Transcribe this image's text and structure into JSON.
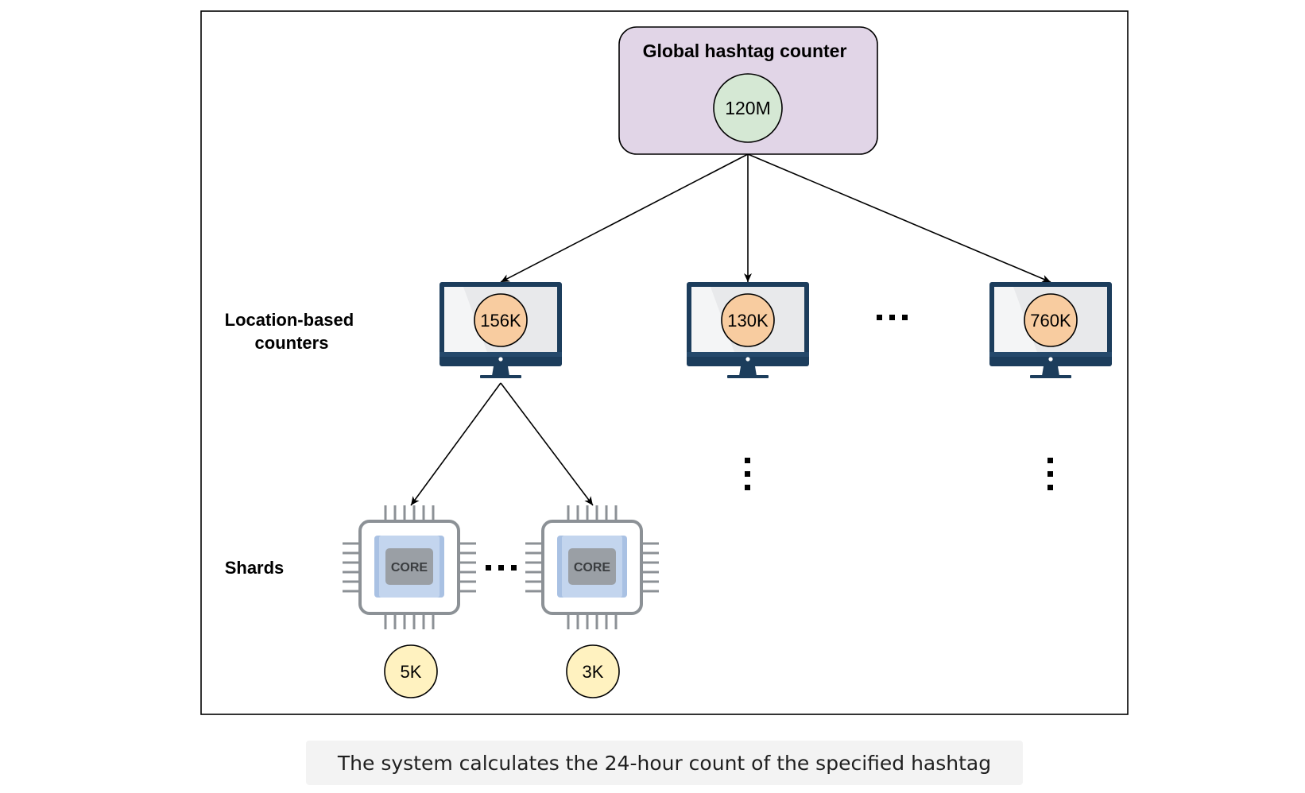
{
  "global_counter": {
    "title": "Global hashtag counter",
    "value": "120M"
  },
  "location_counters": {
    "label_line1": "Location-based",
    "label_line2": "counters",
    "values": [
      "156K",
      "130K",
      "760K"
    ]
  },
  "shards": {
    "label": "Shards",
    "chip_label": "CORE",
    "values": [
      "5K",
      "3K"
    ]
  },
  "caption": "The system calculates the 24-hour count of the specified hashtag",
  "colors": {
    "global_box": "#e1d5e7",
    "global_circle": "#d5e8d4",
    "location_circle": "#f8cca0",
    "shard_circle": "#fff2c0",
    "monitor_frame": "#1c3d5c",
    "monitor_screen": "#e8e9eb",
    "chip_outline": "#8c9196",
    "chip_core": "#b8cce8"
  }
}
